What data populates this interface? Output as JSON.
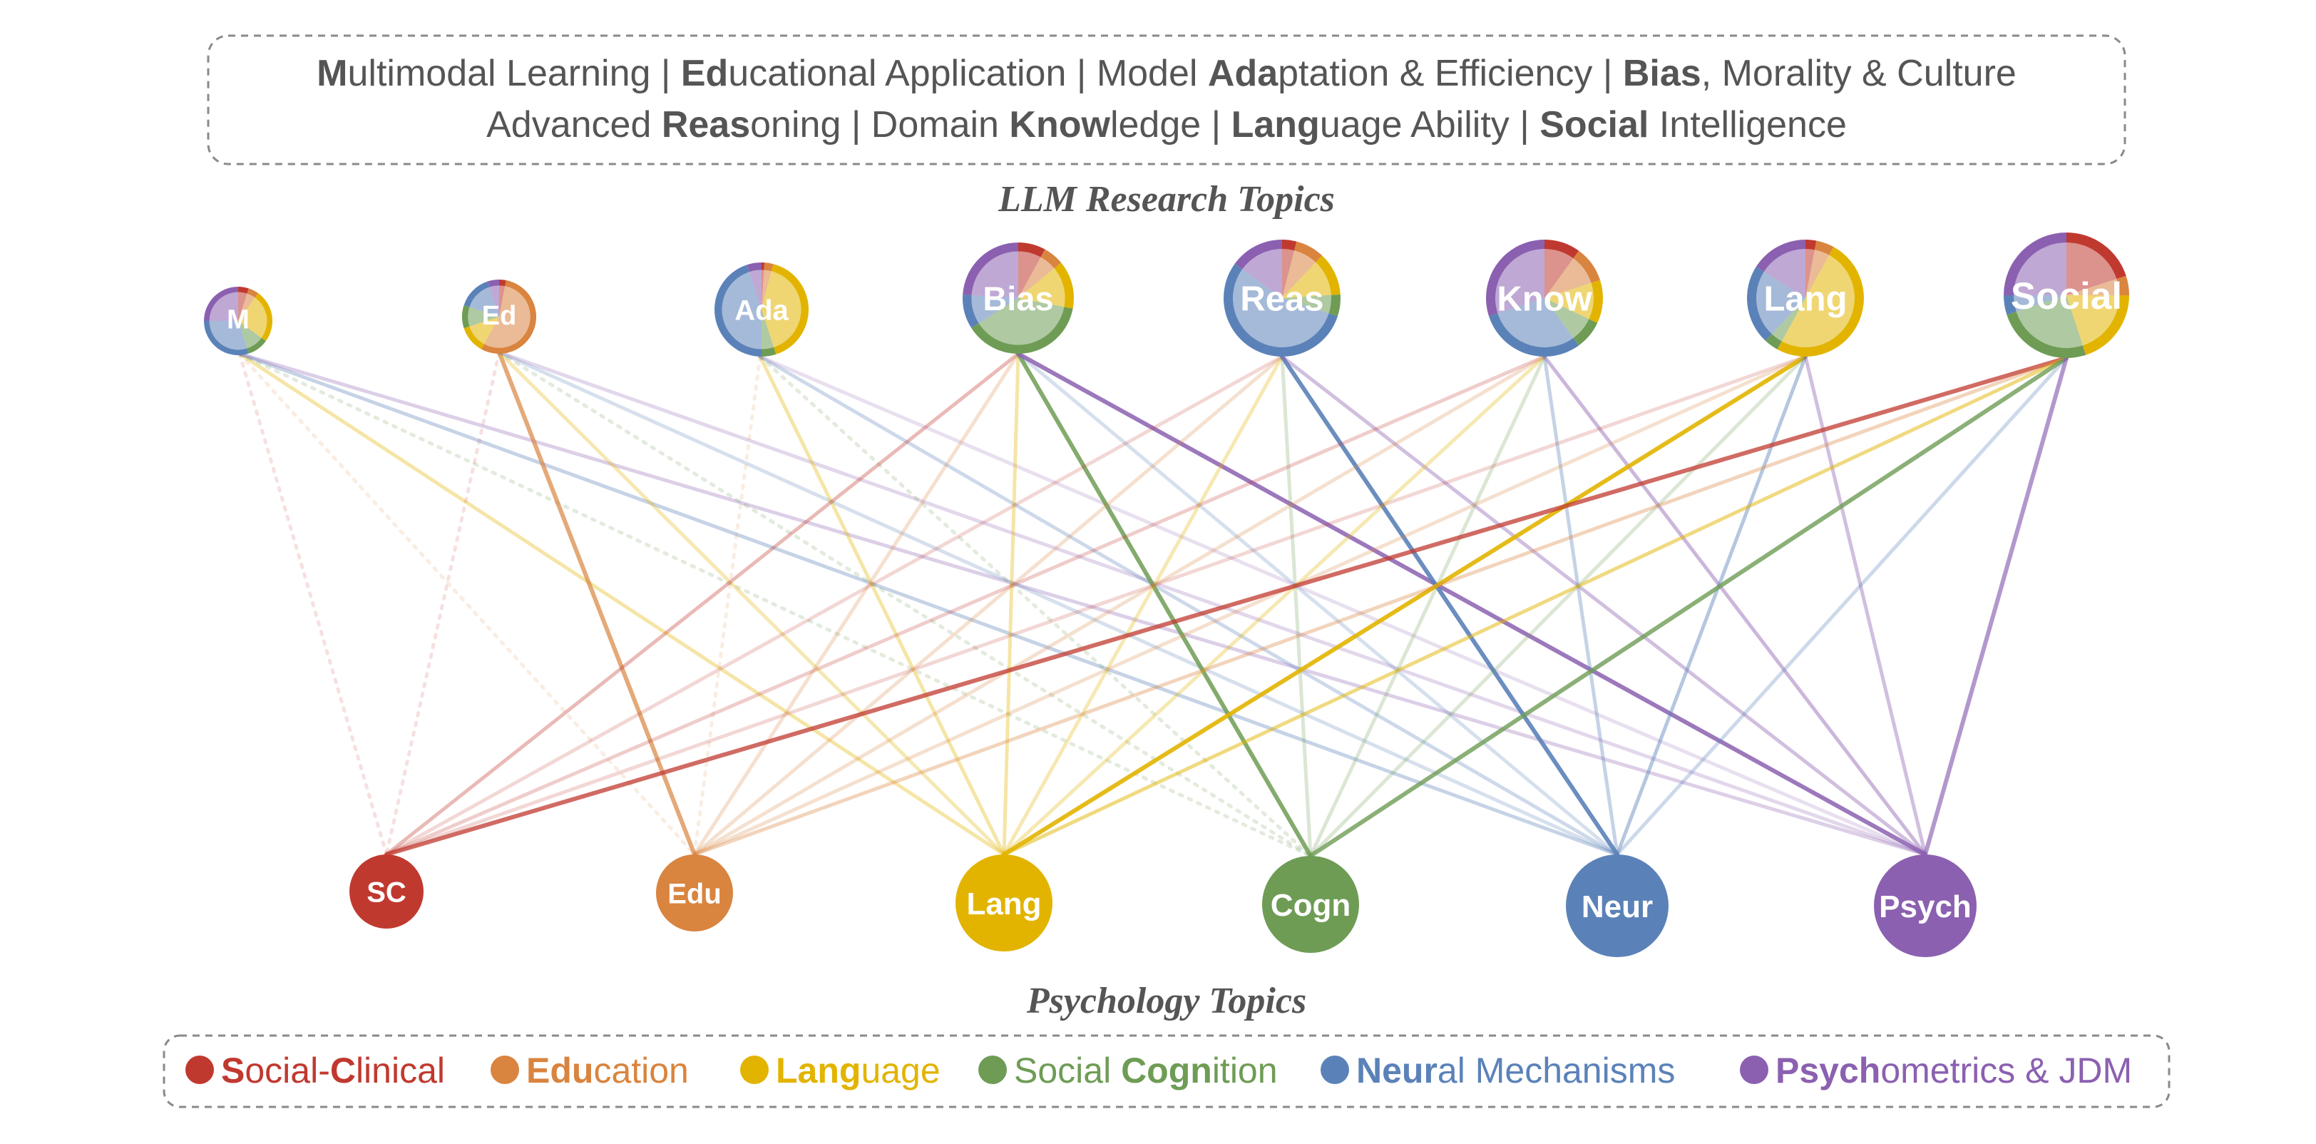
{
  "colors": {
    "SC": "#c0392f",
    "Edu": "#d9843f",
    "Lang": "#e2b400",
    "Cogn": "#6e9c55",
    "Neur": "#5b82b8",
    "Psych": "#8b60b0",
    "text_dark": "#555555",
    "box_border": "#8a8a8a"
  },
  "top_legend": {
    "line1": [
      {
        "bold": "M",
        "rest": "ultimodal Learning",
        "pre": ""
      },
      {
        "bold": "Ed",
        "rest": "ucational Application",
        "pre": ""
      },
      {
        "bold": "Ada",
        "rest": "ptation & Efficiency",
        "pre": "Model "
      },
      {
        "bold": "Bias",
        "rest": ", Morality & Culture",
        "pre": ""
      }
    ],
    "line2": [
      {
        "bold": "Reas",
        "rest": "oning",
        "pre": "Advanced "
      },
      {
        "bold": "Know",
        "rest": "ledge",
        "pre": "Domain "
      },
      {
        "bold": "Lang",
        "rest": "uage Ability",
        "pre": ""
      },
      {
        "bold": "Social",
        "rest": " Intelligence",
        "pre": ""
      }
    ],
    "separator": "|"
  },
  "llm_title": "LLM Research Topics",
  "psych_title": "Psychology Topics",
  "llm_nodes": [
    {
      "id": "M",
      "label": "M",
      "slices": [
        0.05,
        0.05,
        0.25,
        0.1,
        0.3,
        0.25
      ]
    },
    {
      "id": "Ed",
      "label": "Ed",
      "slices": [
        0.03,
        0.55,
        0.12,
        0.1,
        0.15,
        0.05
      ]
    },
    {
      "id": "Ada",
      "label": "Ada",
      "slices": [
        0.01,
        0.03,
        0.41,
        0.05,
        0.45,
        0.05
      ]
    },
    {
      "id": "Bias",
      "label": "Bias",
      "slices": [
        0.08,
        0.06,
        0.14,
        0.38,
        0.1,
        0.24
      ]
    },
    {
      "id": "Reas",
      "label": "Reas",
      "slices": [
        0.04,
        0.08,
        0.12,
        0.06,
        0.55,
        0.15
      ]
    },
    {
      "id": "Know",
      "label": "Know",
      "slices": [
        0.1,
        0.1,
        0.12,
        0.08,
        0.3,
        0.3
      ]
    },
    {
      "id": "Lang",
      "label": "Lang",
      "slices": [
        0.03,
        0.05,
        0.5,
        0.04,
        0.22,
        0.16
      ]
    },
    {
      "id": "Social",
      "label": "Social",
      "slices": [
        0.2,
        0.05,
        0.2,
        0.25,
        0.05,
        0.25
      ]
    }
  ],
  "psych_nodes": [
    {
      "id": "SC",
      "label": "SC"
    },
    {
      "id": "Edu",
      "label": "Edu"
    },
    {
      "id": "Lang",
      "label": "Lang"
    },
    {
      "id": "Cogn",
      "label": "Cogn"
    },
    {
      "id": "Neur",
      "label": "Neur"
    },
    {
      "id": "Psych",
      "label": "Psych"
    }
  ],
  "edges": [
    {
      "from": "M",
      "to": "SC",
      "weight": 0.15,
      "dotted": true
    },
    {
      "from": "M",
      "to": "Edu",
      "weight": 0.15,
      "dotted": true
    },
    {
      "from": "M",
      "to": "Lang",
      "weight": 0.35,
      "dotted": false
    },
    {
      "from": "M",
      "to": "Cogn",
      "weight": 0.2,
      "dotted": true
    },
    {
      "from": "M",
      "to": "Neur",
      "weight": 0.35,
      "dotted": false
    },
    {
      "from": "M",
      "to": "Psych",
      "weight": 0.3,
      "dotted": false
    },
    {
      "from": "Ed",
      "to": "SC",
      "weight": 0.15,
      "dotted": true
    },
    {
      "from": "Ed",
      "to": "Edu",
      "weight": 0.7,
      "dotted": false
    },
    {
      "from": "Ed",
      "to": "Lang",
      "weight": 0.3,
      "dotted": false
    },
    {
      "from": "Ed",
      "to": "Cogn",
      "weight": 0.2,
      "dotted": true
    },
    {
      "from": "Ed",
      "to": "Neur",
      "weight": 0.25,
      "dotted": false
    },
    {
      "from": "Ed",
      "to": "Psych",
      "weight": 0.25,
      "dotted": false
    },
    {
      "from": "Ada",
      "to": "Edu",
      "weight": 0.15,
      "dotted": true
    },
    {
      "from": "Ada",
      "to": "Lang",
      "weight": 0.35,
      "dotted": false
    },
    {
      "from": "Ada",
      "to": "Cogn",
      "weight": 0.2,
      "dotted": true
    },
    {
      "from": "Ada",
      "to": "Neur",
      "weight": 0.3,
      "dotted": false
    },
    {
      "from": "Ada",
      "to": "Psych",
      "weight": 0.2,
      "dotted": false
    },
    {
      "from": "Bias",
      "to": "SC",
      "weight": 0.35,
      "dotted": false
    },
    {
      "from": "Bias",
      "to": "Edu",
      "weight": 0.25,
      "dotted": false
    },
    {
      "from": "Bias",
      "to": "Lang",
      "weight": 0.35,
      "dotted": false
    },
    {
      "from": "Bias",
      "to": "Cogn",
      "weight": 0.85,
      "dotted": false
    },
    {
      "from": "Bias",
      "to": "Neur",
      "weight": 0.25,
      "dotted": false
    },
    {
      "from": "Bias",
      "to": "Psych",
      "weight": 0.85,
      "dotted": false
    },
    {
      "from": "Reas",
      "to": "SC",
      "weight": 0.2,
      "dotted": false
    },
    {
      "from": "Reas",
      "to": "Edu",
      "weight": 0.25,
      "dotted": false
    },
    {
      "from": "Reas",
      "to": "Lang",
      "weight": 0.3,
      "dotted": false
    },
    {
      "from": "Reas",
      "to": "Cogn",
      "weight": 0.25,
      "dotted": false
    },
    {
      "from": "Reas",
      "to": "Neur",
      "weight": 0.9,
      "dotted": false
    },
    {
      "from": "Reas",
      "to": "Psych",
      "weight": 0.4,
      "dotted": false
    },
    {
      "from": "Know",
      "to": "SC",
      "weight": 0.25,
      "dotted": false
    },
    {
      "from": "Know",
      "to": "Edu",
      "weight": 0.25,
      "dotted": false
    },
    {
      "from": "Know",
      "to": "Lang",
      "weight": 0.3,
      "dotted": false
    },
    {
      "from": "Know",
      "to": "Cogn",
      "weight": 0.25,
      "dotted": false
    },
    {
      "from": "Know",
      "to": "Neur",
      "weight": 0.35,
      "dotted": false
    },
    {
      "from": "Know",
      "to": "Psych",
      "weight": 0.45,
      "dotted": false
    },
    {
      "from": "Lang",
      "to": "SC",
      "weight": 0.2,
      "dotted": false
    },
    {
      "from": "Lang",
      "to": "Edu",
      "weight": 0.25,
      "dotted": false
    },
    {
      "from": "Lang",
      "to": "Lang",
      "weight": 0.9,
      "dotted": false
    },
    {
      "from": "Lang",
      "to": "Cogn",
      "weight": 0.25,
      "dotted": false
    },
    {
      "from": "Lang",
      "to": "Neur",
      "weight": 0.45,
      "dotted": false
    },
    {
      "from": "Lang",
      "to": "Psych",
      "weight": 0.4,
      "dotted": false
    },
    {
      "from": "Social",
      "to": "SC",
      "weight": 0.75,
      "dotted": false
    },
    {
      "from": "Social",
      "to": "Edu",
      "weight": 0.35,
      "dotted": false
    },
    {
      "from": "Social",
      "to": "Lang",
      "weight": 0.5,
      "dotted": false
    },
    {
      "from": "Social",
      "to": "Cogn",
      "weight": 0.8,
      "dotted": false
    },
    {
      "from": "Social",
      "to": "Neur",
      "weight": 0.3,
      "dotted": false
    },
    {
      "from": "Social",
      "to": "Psych",
      "weight": 0.65,
      "dotted": false
    }
  ],
  "bottom_legend": [
    {
      "key": "SC",
      "parts": [
        [
          "S",
          true
        ],
        [
          "ocial-",
          false
        ],
        [
          "C",
          true
        ],
        [
          "linical",
          false
        ]
      ]
    },
    {
      "key": "Edu",
      "parts": [
        [
          "Edu",
          true
        ],
        [
          "cation",
          false
        ]
      ]
    },
    {
      "key": "Lang",
      "parts": [
        [
          "Lang",
          true
        ],
        [
          "uage",
          false
        ]
      ]
    },
    {
      "key": "Cogn",
      "parts": [
        [
          "Social ",
          false
        ],
        [
          "Cogn",
          true
        ],
        [
          "ition",
          false
        ]
      ]
    },
    {
      "key": "Neur",
      "parts": [
        [
          "Neur",
          true
        ],
        [
          "al Mechanisms",
          false
        ]
      ]
    },
    {
      "key": "Psych",
      "parts": [
        [
          "Psych",
          true
        ],
        [
          "ometrics & JDM",
          false
        ]
      ]
    }
  ]
}
